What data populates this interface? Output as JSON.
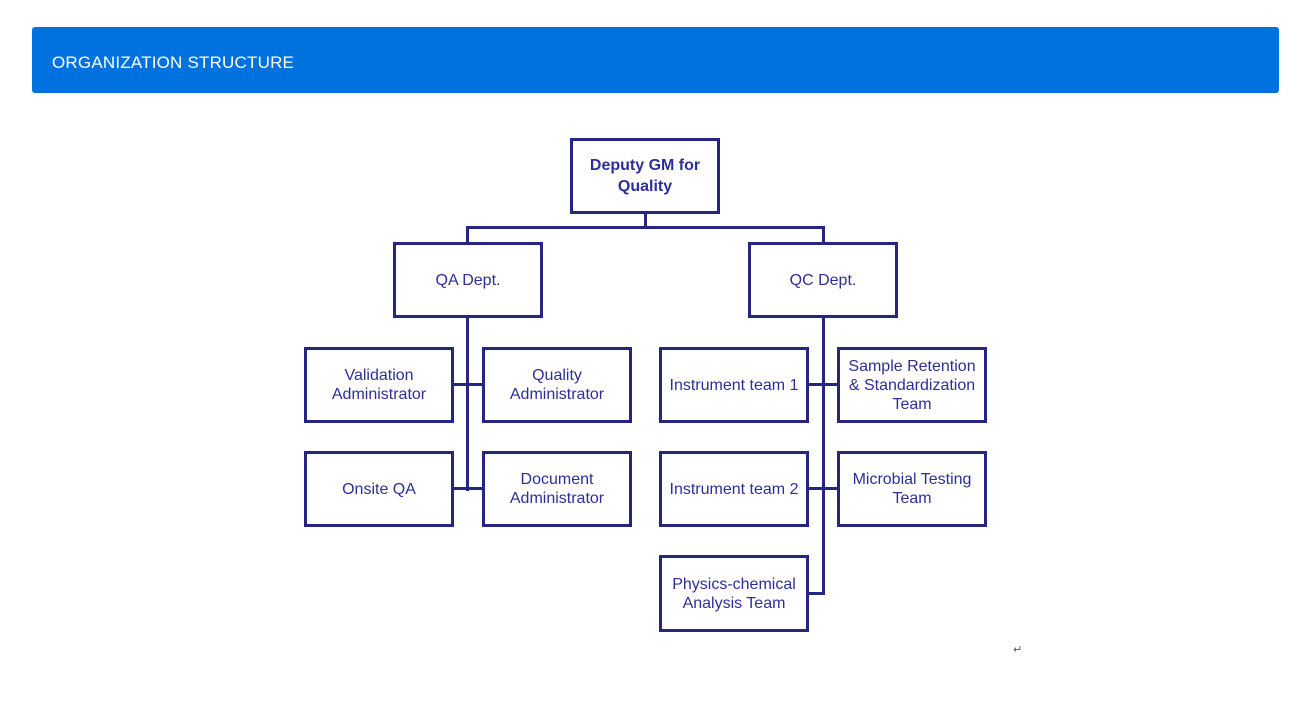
{
  "header": {
    "title": "ORGANIZATION STRUCTURE"
  },
  "org_chart": {
    "root": {
      "label": "Deputy GM for Quality"
    },
    "departments": [
      {
        "label": "QA Dept.",
        "members": [
          "Validation Administrator",
          "Quality Administrator",
          "Onsite QA",
          "Document Administrator"
        ]
      },
      {
        "label": "QC Dept.",
        "members": [
          "Instrument team 1",
          "Sample Retention & Standardization Team",
          "Instrument team 2",
          "Microbial Testing Team",
          "Physics-chemical Analysis Team"
        ]
      }
    ]
  },
  "mark": {
    "paragraph_return": "↵"
  },
  "colors": {
    "header_bg": "#0072e0",
    "header_text": "#ffffff",
    "box_border": "#262680",
    "box_text": "#2e2e98"
  }
}
